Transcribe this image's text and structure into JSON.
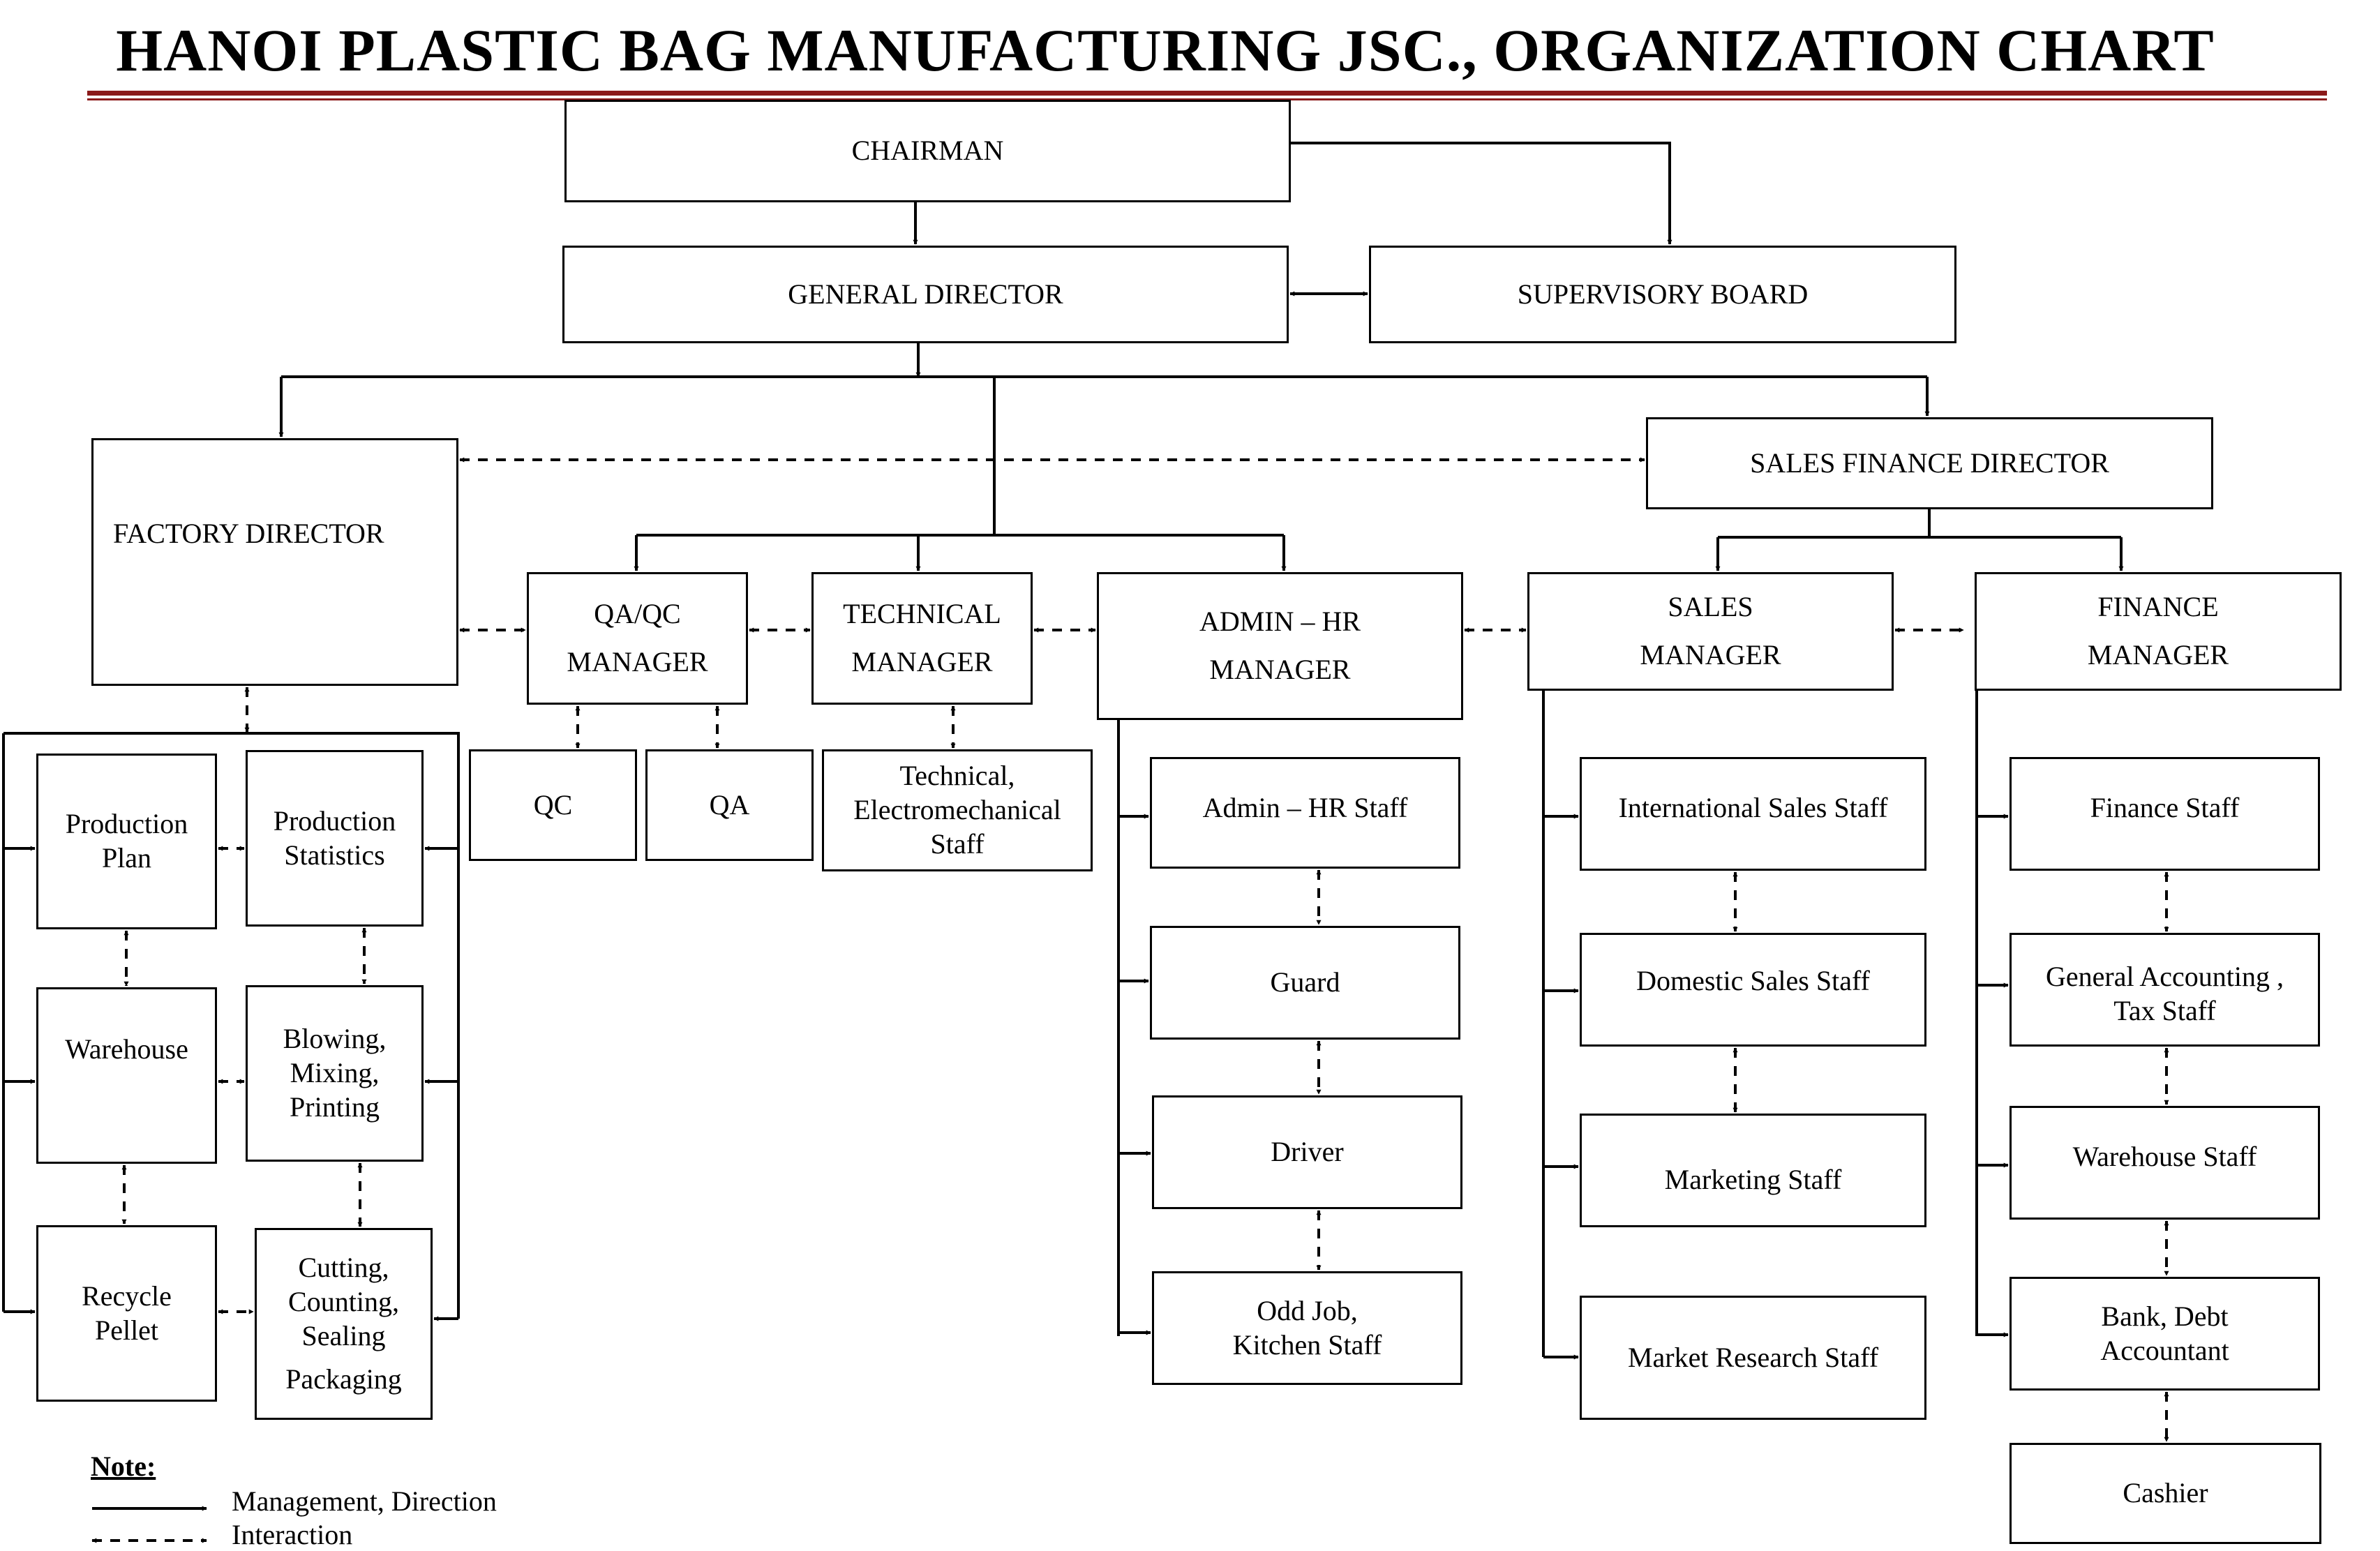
{
  "title": "HANOI PLASTIC BAG MANUFACTURING JSC., ORGANIZATION CHART",
  "boxes": {
    "chairman": "CHAIRMAN",
    "general_director": "GENERAL DIRECTOR",
    "supervisory_board": "SUPERVISORY BOARD",
    "factory_director": "FACTORY DIRECTOR",
    "sales_finance_director": "SALES FINANCE DIRECTOR",
    "qaqc_manager": [
      "QA/QC",
      "MANAGER"
    ],
    "technical_manager": [
      "TECHNICAL",
      "MANAGER"
    ],
    "admin_hr_manager": [
      "ADMIN – HR",
      "MANAGER"
    ],
    "sales_manager": [
      "SALES",
      "MANAGER"
    ],
    "finance_manager": [
      "FINANCE",
      "MANAGER"
    ],
    "qc": "QC",
    "qa": "QA",
    "technical_staff": [
      "Technical,",
      "Electromechanical",
      "Staff"
    ],
    "production_plan": [
      "Production",
      "Plan"
    ],
    "production_statistics": [
      "Production",
      "Statistics"
    ],
    "warehouse": "Warehouse",
    "blowing_mixing_printing": [
      "Blowing,",
      "Mixing,",
      "Printing"
    ],
    "recycle_pellet": [
      "Recycle",
      "Pellet"
    ],
    "cutting_counting_sealing": [
      "Cutting,",
      "Counting,",
      "Sealing",
      "Packaging"
    ],
    "admin_hr_staff": "Admin – HR Staff",
    "guard": "Guard",
    "driver": "Driver",
    "odd_job_kitchen_staff": [
      "Odd Job,",
      "Kitchen Staff"
    ],
    "international_sales_staff": "International Sales Staff",
    "domestic_sales_staff": "Domestic Sales Staff",
    "marketing_staff": "Marketing Staff",
    "market_research_staff": "Market Research Staff",
    "finance_staff": "Finance Staff",
    "general_accounting_tax_staff": [
      "General Accounting ,",
      "Tax Staff"
    ],
    "warehouse_staff": "Warehouse Staff",
    "bank_debt_accountant": [
      "Bank, Debt",
      "Accountant"
    ],
    "cashier": "Cashier"
  },
  "note": {
    "title": "Note:",
    "management": "Management, Direction",
    "interaction": "Interaction"
  }
}
